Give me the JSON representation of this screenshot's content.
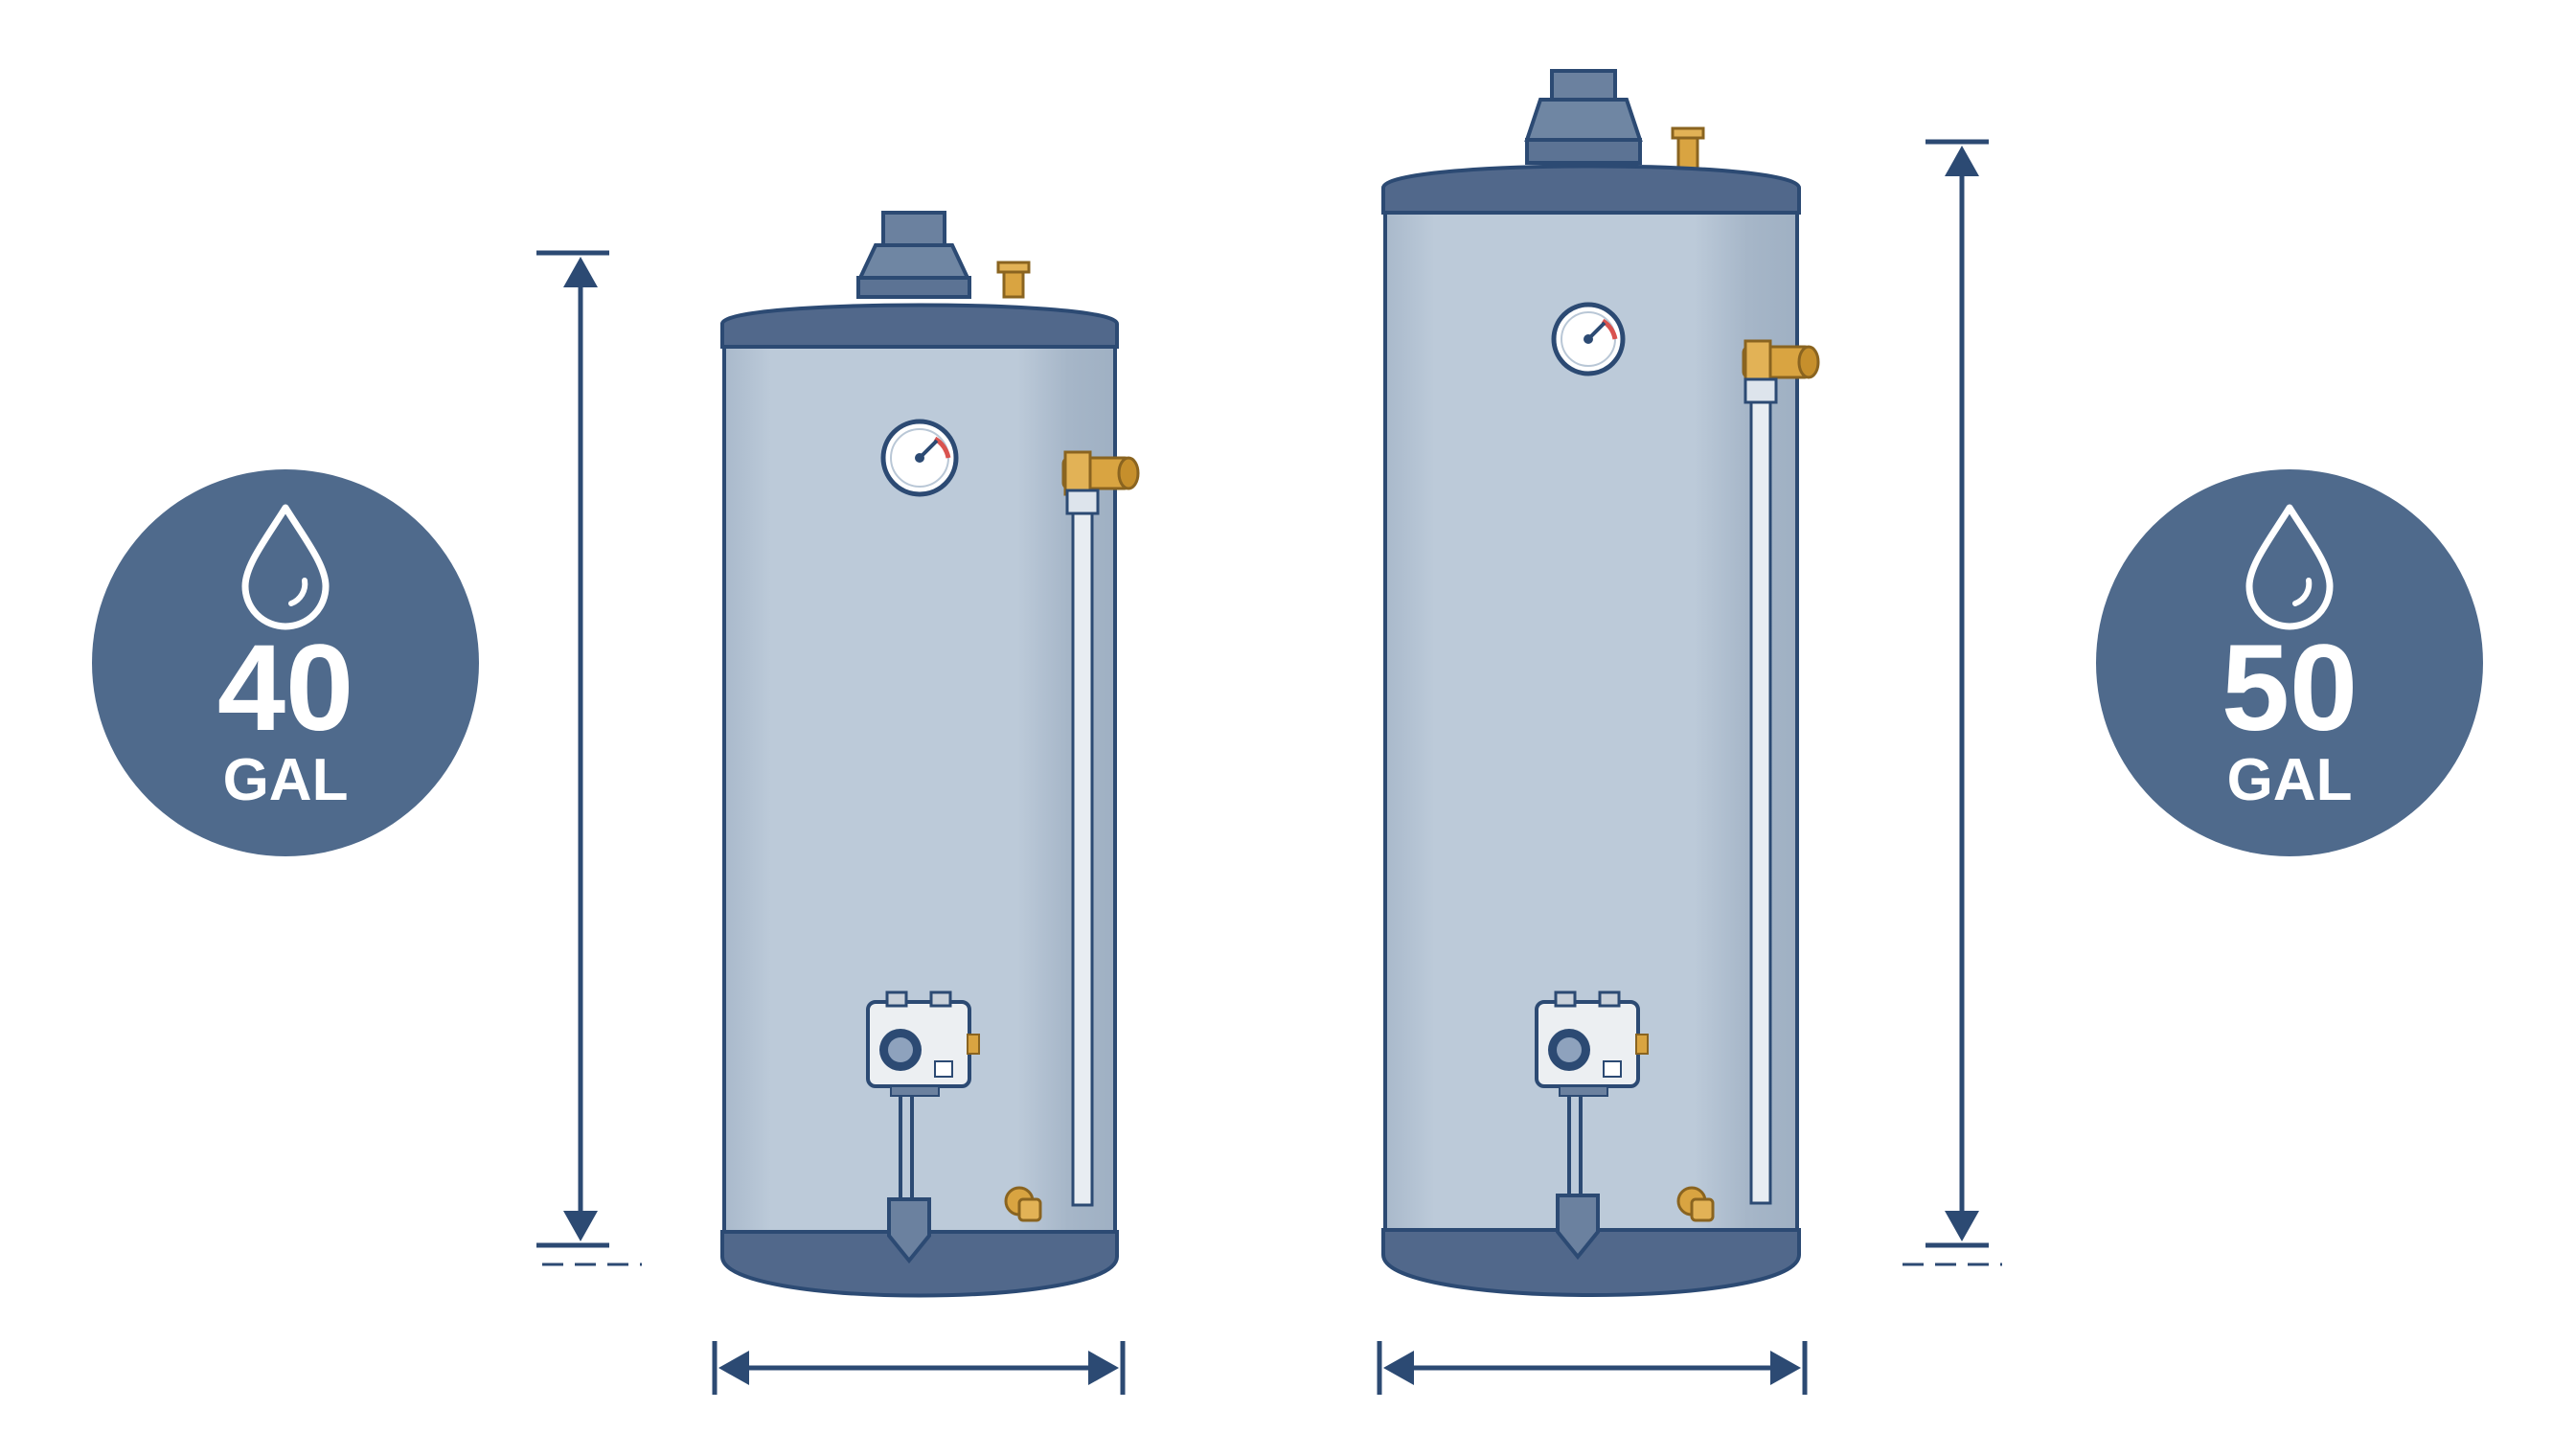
{
  "colors": {
    "background": "#ffffff",
    "navy": "#2c4a73",
    "badge": "#4f6a8c",
    "tank_body": "#b9c7d6",
    "tank_shade": "#a7b7c9",
    "tank_band": "#51688b",
    "brass": "#d9a441",
    "valve_body": "#eceff2"
  },
  "badges": [
    {
      "number": "40",
      "unit": "GAL",
      "icon": "water-drop-icon"
    },
    {
      "number": "50",
      "unit": "GAL",
      "icon": "water-drop-icon"
    }
  ],
  "heaters": [
    {
      "capacity_gal": 40,
      "parts": [
        "flue-vent",
        "pressure-relief-valve",
        "temperature-gauge",
        "gas-control-valve",
        "drain-valve",
        "discharge-pipe"
      ]
    },
    {
      "capacity_gal": 50,
      "parts": [
        "flue-vent",
        "pressure-relief-valve",
        "temperature-gauge",
        "gas-control-valve",
        "drain-valve",
        "discharge-pipe"
      ]
    }
  ]
}
